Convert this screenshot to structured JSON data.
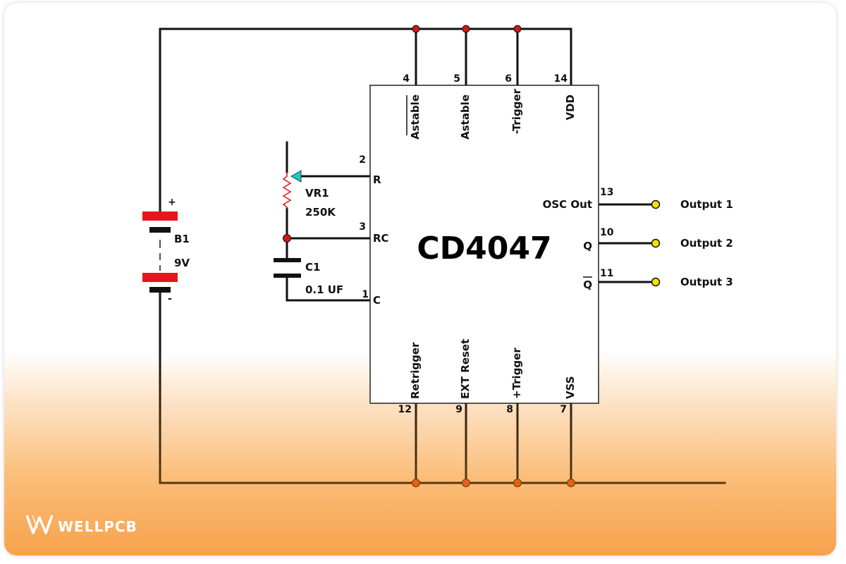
{
  "ic": {
    "name": "CD4047",
    "pins": {
      "p4": {
        "number": "4",
        "label": "Astable"
      },
      "p5": {
        "number": "5",
        "label": "Astable"
      },
      "p6": {
        "number": "6",
        "label": "-Trigger"
      },
      "p14": {
        "number": "14",
        "label": "VDD"
      },
      "p2": {
        "number": "2",
        "label": "R"
      },
      "p3": {
        "number": "3",
        "label": "RC"
      },
      "p1": {
        "number": "1",
        "label": "C"
      },
      "p13": {
        "number": "13",
        "label": "OSC Out"
      },
      "p10": {
        "number": "10",
        "label": "Q"
      },
      "p11": {
        "number": "11",
        "label": "Q"
      },
      "p12": {
        "number": "12",
        "label": "Retrigger"
      },
      "p9": {
        "number": "9",
        "label": "EXT Reset"
      },
      "p8": {
        "number": "8",
        "label": "+Trigger"
      },
      "p7": {
        "number": "7",
        "label": "VSS"
      }
    }
  },
  "components": {
    "battery": {
      "name": "B1",
      "value": "9V",
      "plus": "+",
      "minus": "-"
    },
    "potentiometer": {
      "name": "VR1",
      "value": "250K"
    },
    "capacitor": {
      "name": "C1",
      "value": "0.1 UF"
    }
  },
  "outputs": [
    "Output 1",
    "Output 2",
    "Output 3"
  ],
  "brand": {
    "text": "WELLPCB"
  },
  "colors": {
    "wire_top": "#111111",
    "wire_bottom": "#5a3a10",
    "battery_plate": "#e8141c",
    "junction_top": "#d01818",
    "junction_bottom": "#e0621a",
    "output_terminal": "#f2e200",
    "pot_wiper": "#22c6c6",
    "resistor": "#e8141c"
  }
}
